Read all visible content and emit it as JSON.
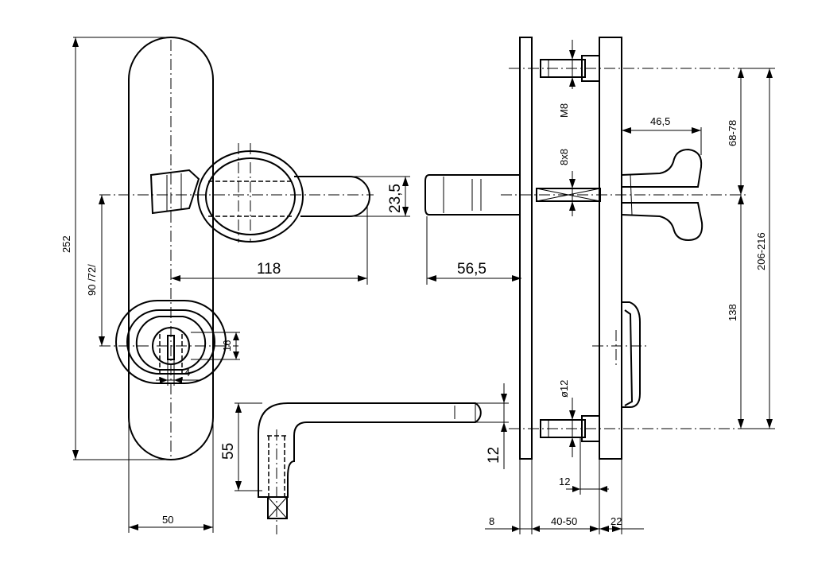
{
  "dimensions": {
    "overall_height": "252",
    "plate_width": "50",
    "backset": "90 /72/",
    "lever_length": "118",
    "knob_diameter": "23,5",
    "knob_projection": "56,5",
    "cylinder_height": "16",
    "cylinder_slot": "4",
    "crank_height": "55",
    "crank_width": "12",
    "screw_thread": "M8",
    "square_spindle": "8x8",
    "lever_projection": "46,5",
    "screw_spacing": "68-78",
    "fixing_distance": "206-216",
    "cylinder_distance": "138",
    "bolt_diameter": "ø12",
    "bolt_offset": "12",
    "plate_thickness_front": "8",
    "door_thickness": "40-50",
    "plate_thickness_back": "22"
  }
}
